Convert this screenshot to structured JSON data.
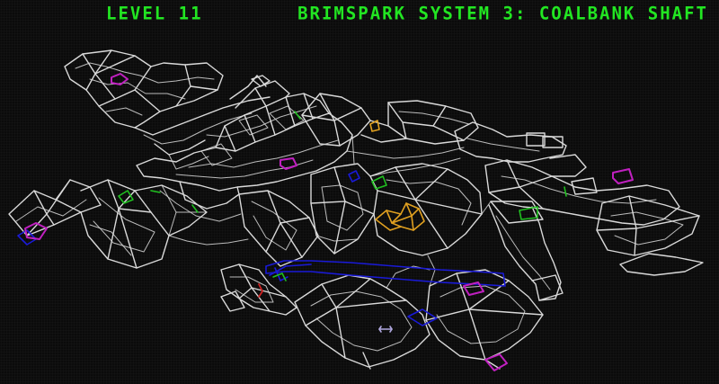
{
  "hud": {
    "level_label": "LEVEL 11",
    "system_label": "BRIMSPARK SYSTEM 3: COALBANK SHAFT"
  },
  "colors": {
    "background": "#0b0b0b",
    "hud_text": "#22e622",
    "wireframe": "#d9d9d9",
    "energy_center": "#c020c0",
    "reactor_door": "#1a1ad8",
    "key_door_yellow": "#e0a020",
    "key_door_blue": "#2a3ad0",
    "key_door_red": "#d02020",
    "marker_green": "#20c020",
    "player_marker": "#b0a8e0"
  },
  "map_features": [
    {
      "kind": "energy-center",
      "color": "#c020c0"
    },
    {
      "kind": "reactor-corridor",
      "color": "#1a1ad8"
    },
    {
      "kind": "yellow-key-room",
      "color": "#e0a020"
    },
    {
      "kind": "hostage-marker",
      "color": "#20c020"
    },
    {
      "kind": "red-door",
      "color": "#d02020"
    },
    {
      "kind": "player-ship",
      "color": "#b0a8e0"
    }
  ]
}
